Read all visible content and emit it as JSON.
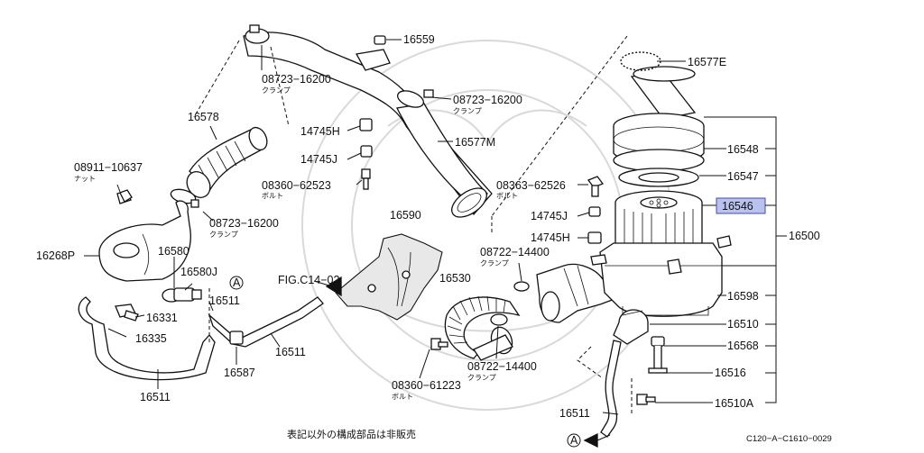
{
  "diagram": {
    "labels": {
      "p16559": "16559",
      "p08723_top": "08723−16200",
      "p08723_top_sub": "クランプ",
      "p08723_mid": "08723−16200",
      "p08723_mid_sub": "クランプ",
      "p16577E": "16577E",
      "p16578": "16578",
      "p14745H_a": "14745H",
      "p16577M": "16577M",
      "p08911": "08911−10637",
      "p08911_sub": "ナット",
      "p14745J_a": "14745J",
      "p16548": "16548",
      "p08360_a": "08360−62523",
      "p08360_a_sub": "ボルト",
      "p16547": "16547",
      "p08363": "08363−62526",
      "p08363_sub": "ボルト",
      "p16546": "16546",
      "p08723_low": "08723−16200",
      "p08723_low_sub": "クランプ",
      "p16590": "16590",
      "p14745J_b": "14745J",
      "p16500": "16500",
      "p14745H_b": "14745H",
      "p16268P": "16268P",
      "p16580": "16580",
      "p08722_a": "08722−14400",
      "p08722_a_sub": "クランプ",
      "p16580J": "16580J",
      "circleA": "A",
      "pFIG": "FIG.C14−02",
      "p16530": "16530",
      "p16598": "16598",
      "p16511_a": "16511",
      "p16331": "16331",
      "p16510": "16510",
      "p16335": "16335",
      "p16511_b": "16511",
      "p16568": "16568",
      "p16587": "16587",
      "p08722_b": "08722−14400",
      "p08722_b_sub": "クランプ",
      "p16516": "16516",
      "p08360_b": "08360−61223",
      "p08360_b_sub": "ボルト",
      "p16511_c": "16511",
      "p16510A": "16510A",
      "p16511_d": "16511",
      "circleA2": "A",
      "note": "表記以外の構成部品は非販売",
      "code": "C120−A−C1610−0029"
    },
    "highlight_color": "#b9c2ec"
  }
}
